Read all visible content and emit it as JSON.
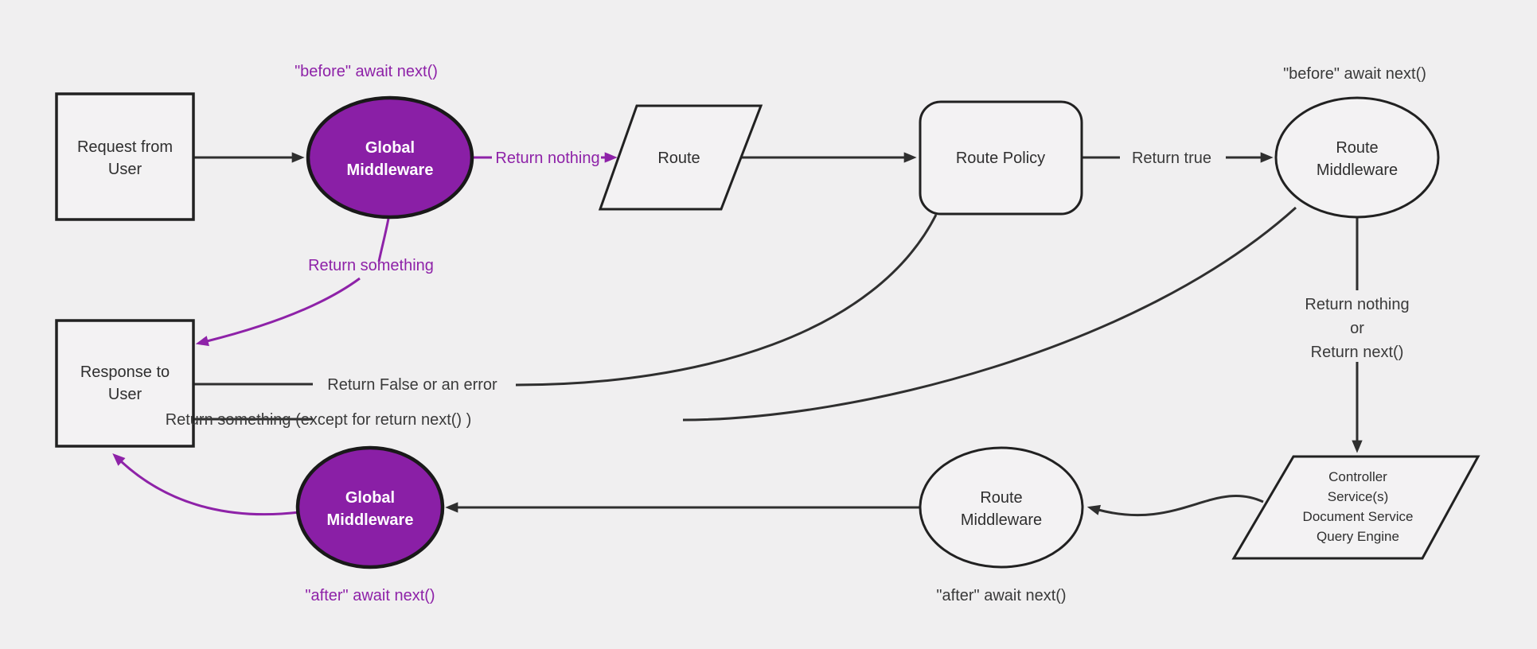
{
  "diagram": {
    "kind": "flowchart",
    "colors": {
      "background": "#F0EFF0",
      "node_fill": "#F3F2F3",
      "purple_fill": "#8A1FA6",
      "purple_accent": "#8E22A8",
      "line_dark": "#2F2F2F",
      "text_dark": "#3A3A3A",
      "text_white": "#FFFFFF"
    },
    "nodes": {
      "request": {
        "line1": "Request from",
        "line2": "User"
      },
      "global_mw_top": {
        "line1": "Global",
        "line2": "Middleware"
      },
      "route": {
        "label": "Route"
      },
      "route_policy": {
        "label": "Route Policy"
      },
      "route_mw_top": {
        "line1": "Route",
        "line2": "Middleware"
      },
      "controller": {
        "line1": "Controller",
        "line2": "Service(s)",
        "line3": "Document Service",
        "line4": "Query Engine"
      },
      "route_mw_bottom": {
        "line1": "Route",
        "line2": "Middleware"
      },
      "global_mw_bottom": {
        "line1": "Global",
        "line2": "Middleware"
      },
      "response": {
        "line1": "Response to",
        "line2": "User"
      }
    },
    "labels": {
      "before_global": "\"before\" await next()",
      "before_route": "\"before\" await next()",
      "return_nothing": "Return nothing",
      "return_true": "Return true",
      "return_vert_1": "Return nothing",
      "return_vert_2": "or",
      "return_vert_3": "Return next()",
      "return_something": "Return something",
      "return_false": "Return False or an error",
      "return_something_except": "Return something (except for return next() )",
      "after_route": "\"after\" await next()",
      "after_global": "\"after\" await next()"
    }
  }
}
